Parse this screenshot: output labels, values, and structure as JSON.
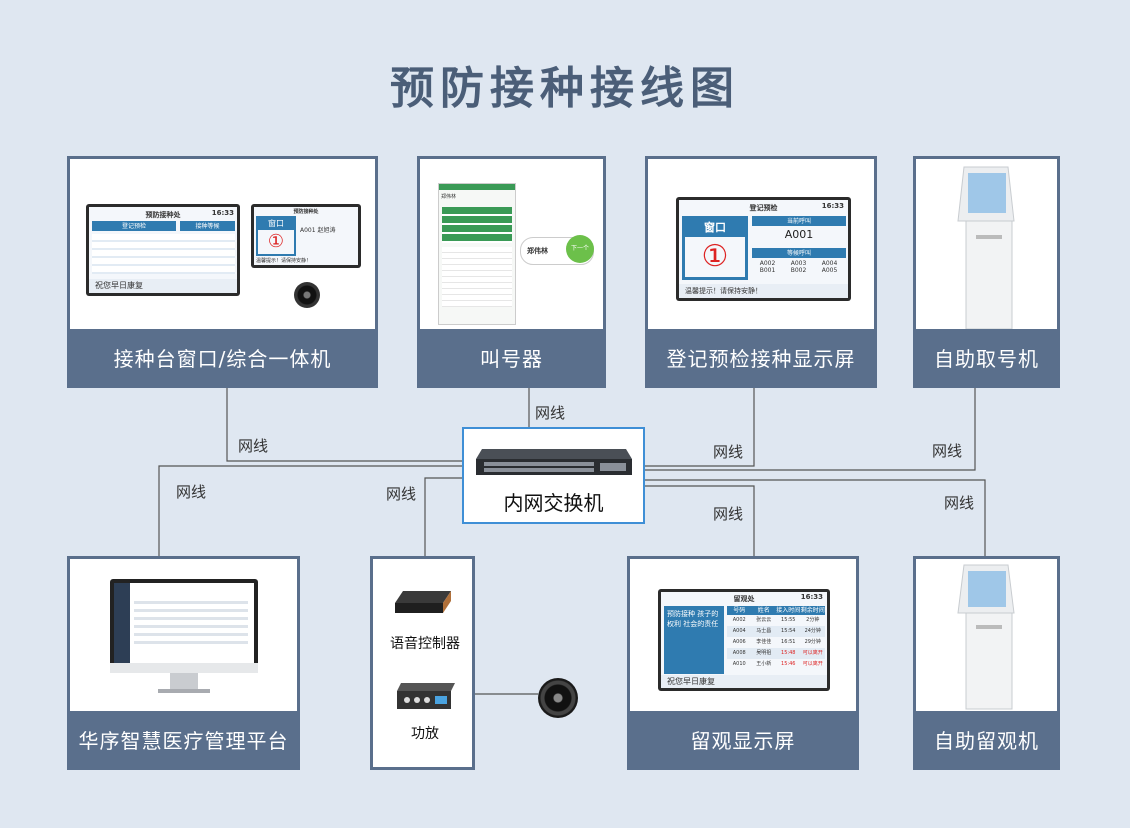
{
  "title": "预防接种接线图",
  "cable_label": "网线",
  "switch": {
    "name": "内网交换机"
  },
  "devices": {
    "window_all_in_one": {
      "label": "接种台窗口/综合一体机",
      "screen_title": "预防接种处",
      "time": "16:33",
      "col_registered": "登记预检",
      "col_waiting": "接种等候",
      "footer": "祝您早日康复",
      "small_window": "窗口",
      "small_number": "①",
      "small_current": "A001 赵旭涛",
      "small_footer": "温馨提示！请保持安静！"
    },
    "caller": {
      "label": "叫号器",
      "caller_name": "郑伟林",
      "next": "下一个"
    },
    "register_screen": {
      "label": "登记预检接种显示屏",
      "screen_title": "登记预检",
      "time": "16:33",
      "window": "窗口",
      "number": "①",
      "current_label": "当前呼叫",
      "current_value": "A001",
      "waiting_label": "等候呼叫",
      "waiting": [
        "A002",
        "A003",
        "A004",
        "B001",
        "B002",
        "A005"
      ],
      "footer": "温馨提示！请保持安静！"
    },
    "kiosk_ticket": {
      "label": "自助取号机"
    },
    "platform": {
      "label": "华序智慧医疗管理平台"
    },
    "voice": {
      "controller_label": "语音控制器",
      "amp_label": "功放"
    },
    "observe_screen": {
      "label": "留观显示屏",
      "screen_title": "留观处",
      "time": "16:33",
      "promo": "预防接种 孩子的权利 社会的责任",
      "headers": [
        "号码",
        "姓名",
        "接入时间",
        "剩余时间"
      ],
      "rows": [
        [
          "A002",
          "张云云",
          "15:55",
          "2分钟"
        ],
        [
          "A004",
          "马士昌",
          "15:54",
          "24分钟"
        ],
        [
          "A006",
          "李佳佳",
          "16:51",
          "29分钟"
        ],
        [
          "A008",
          "吴明祖",
          "15:48",
          "可以离开"
        ],
        [
          "A010",
          "王小新",
          "15:46",
          "可以离开"
        ]
      ],
      "footer": "祝您早日康复"
    },
    "kiosk_observe": {
      "label": "自助留观机"
    }
  }
}
